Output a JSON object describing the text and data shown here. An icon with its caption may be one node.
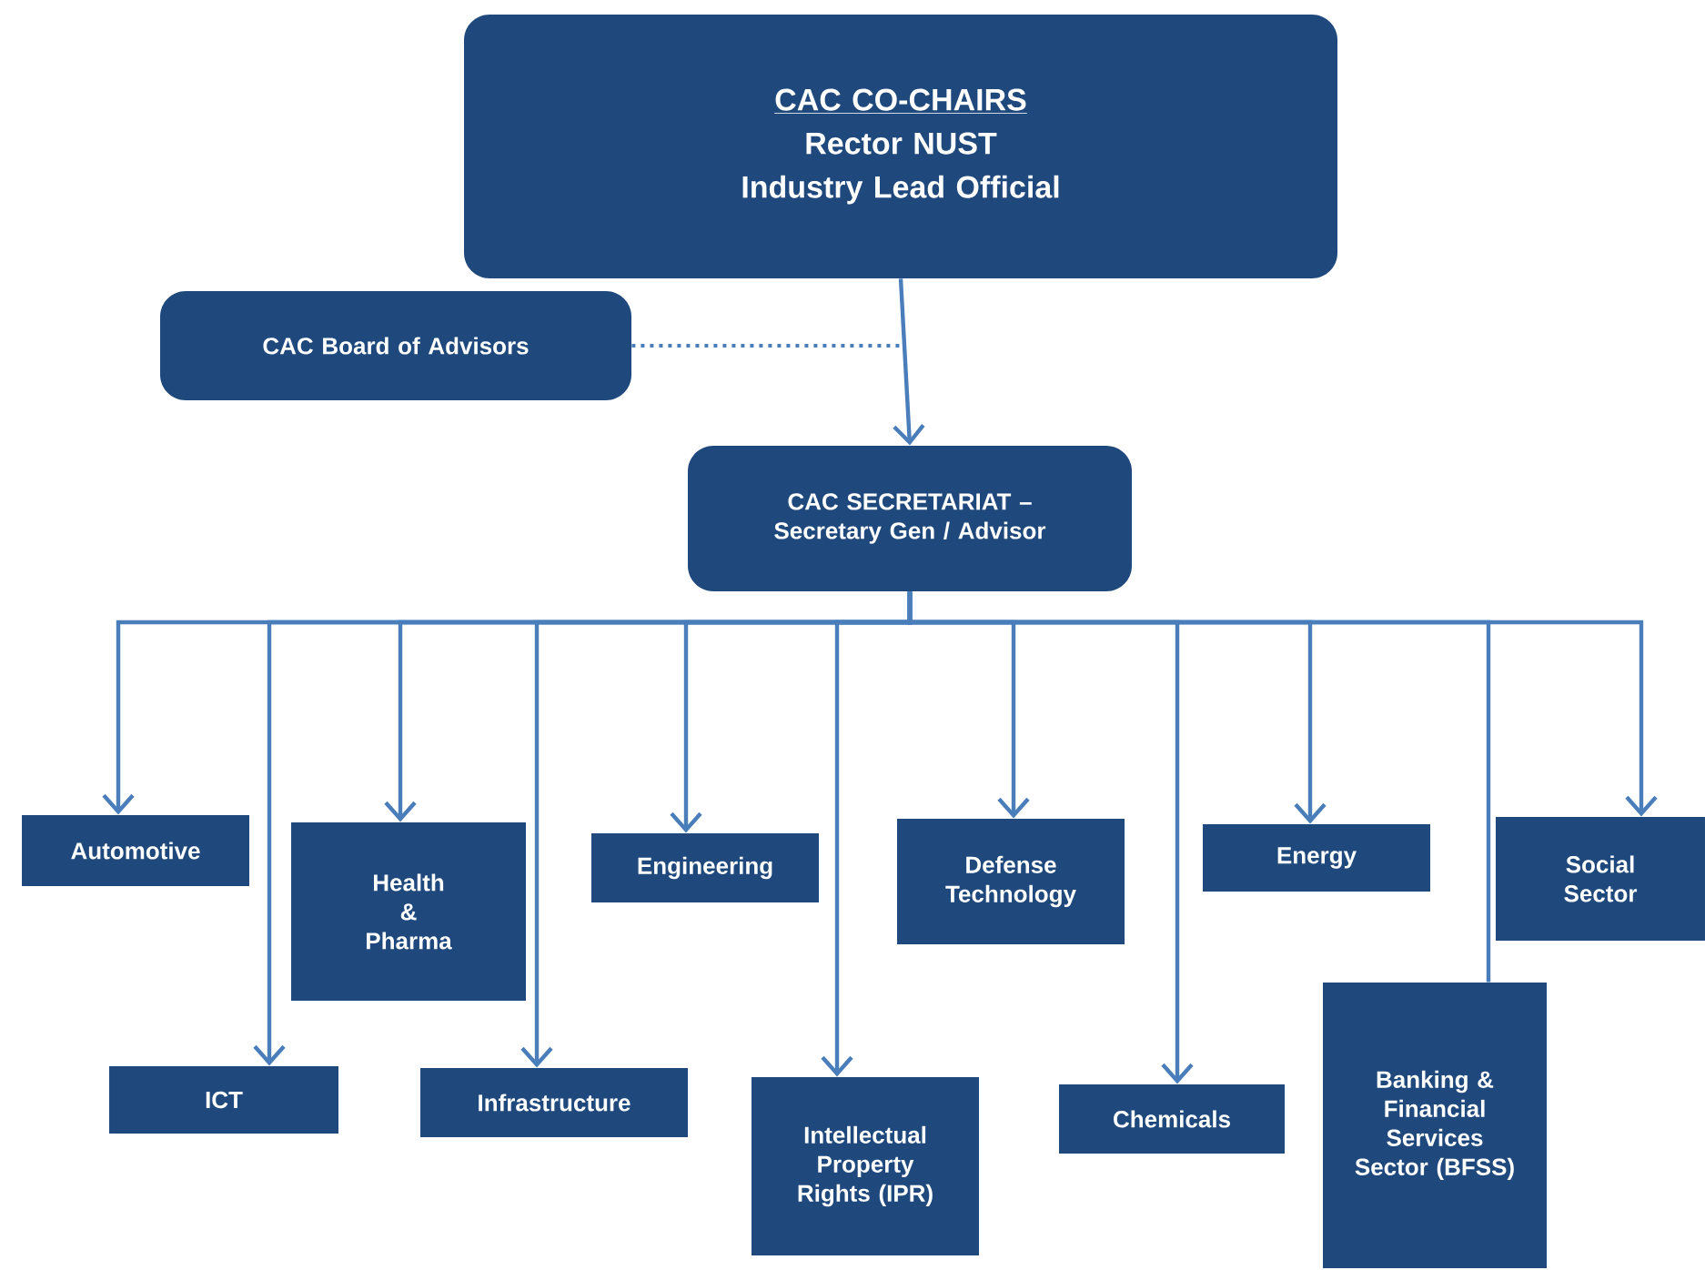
{
  "diagram": {
    "nodes": [
      {
        "text": [
          "CAC CO-CHAIRS",
          "Rector NUST",
          "Industry Lead Official"
        ]
      },
      {
        "text": [
          "CAC Board of Advisors"
        ]
      },
      {
        "text": [
          "CAC SECRETARIAT – Secretary Gen / Advisor"
        ]
      },
      {
        "text": [
          "Automotive"
        ]
      },
      {
        "text": [
          "ICT"
        ]
      },
      {
        "text": [
          "Health & Pharma"
        ]
      },
      {
        "text": [
          "Infrastructure"
        ]
      },
      {
        "text": [
          "Engineering"
        ]
      },
      {
        "text": [
          "Intellectual Property Rights (IPR)"
        ]
      },
      {
        "text": [
          "Defense Technology"
        ]
      },
      {
        "text": [
          "Chemicals"
        ]
      },
      {
        "text": [
          "Energy"
        ]
      },
      {
        "text": [
          "Banking & Financial Services Sector (BFSS)"
        ]
      },
      {
        "text": [
          "Social Sector"
        ]
      }
    ],
    "edges": [
      {
        "from": 0,
        "to": 2,
        "arrow": "to"
      },
      {
        "from": 1,
        "to": 0,
        "arrow": "none",
        "style": "dashed"
      },
      {
        "from": 2,
        "to": 3,
        "arrow": "to"
      },
      {
        "from": 2,
        "to": 4,
        "arrow": "to"
      },
      {
        "from": 2,
        "to": 5,
        "arrow": "to"
      },
      {
        "from": 2,
        "to": 6,
        "arrow": "to"
      },
      {
        "from": 2,
        "to": 7,
        "arrow": "to"
      },
      {
        "from": 2,
        "to": 8,
        "arrow": "to"
      },
      {
        "from": 2,
        "to": 9,
        "arrow": "to"
      },
      {
        "from": 2,
        "to": 10,
        "arrow": "to"
      },
      {
        "from": 2,
        "to": 11,
        "arrow": "to"
      },
      {
        "from": 2,
        "to": 12,
        "arrow": "none"
      },
      {
        "from": 2,
        "to": 13,
        "arrow": "to"
      }
    ]
  }
}
